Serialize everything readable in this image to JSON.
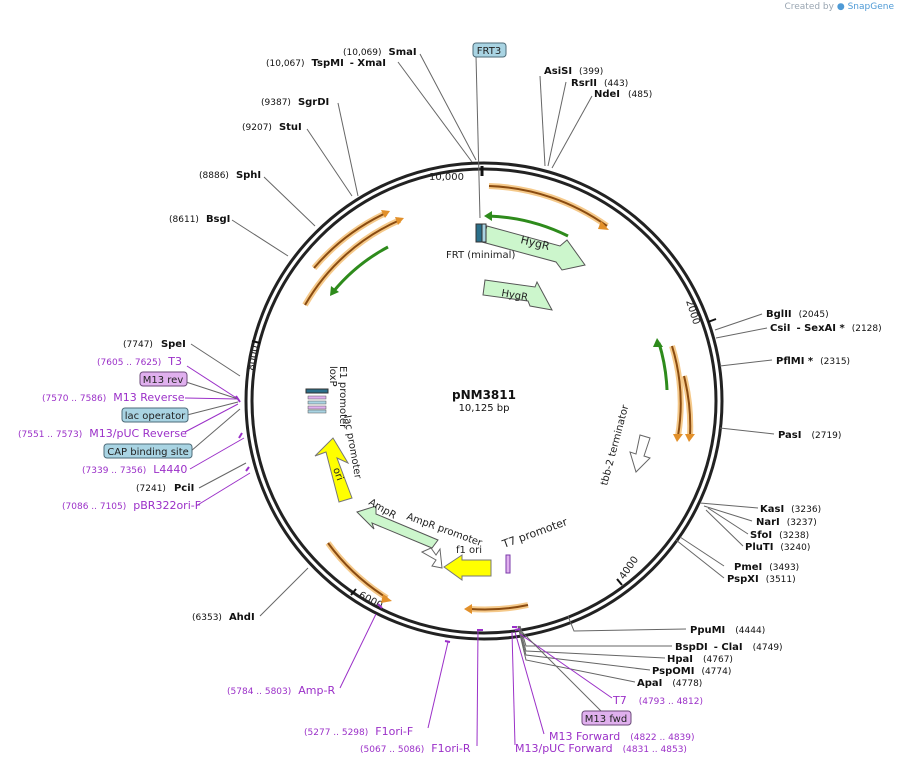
{
  "credit": {
    "prefix": "Created by",
    "brand": "SnapGene"
  },
  "plasmid": {
    "name": "pNM3811",
    "size_label": "10,125 bp",
    "length": 10125
  },
  "colors": {
    "primer_orange": "#f5c98a",
    "primer_stroke": "#e2902a",
    "primer_dark": "#8a4b10",
    "green": "#2e8b1c",
    "hygr_fill": "#ccf6cc",
    "ori_fill": "#ffff00",
    "tag_blue": "#a9d4e3",
    "tag_purple": "#e0b0ee",
    "site_purple": "#9b30c8"
  },
  "ticks": [
    {
      "label": "10,000"
    },
    {
      "label": "2000"
    },
    {
      "label": "4000"
    },
    {
      "label": "6000"
    },
    {
      "label": "8000"
    }
  ],
  "enzymes": {
    "e1": {
      "pos": "(10,069)",
      "name": "SmaI"
    },
    "e2": {
      "pos": "(10,067)",
      "name": "TspMI",
      "name2": "- XmaI"
    },
    "e3": {
      "pos": "(9387)",
      "name": "SgrDI"
    },
    "e4": {
      "pos": "(9207)",
      "name": "StuI"
    },
    "e5": {
      "pos": "(8886)",
      "name": "SphI"
    },
    "e6": {
      "pos": "(8611)",
      "name": "BsgI"
    },
    "e7": {
      "name": "AsiSI",
      "pos": "(399)"
    },
    "e8": {
      "name": "RsrII",
      "pos": "(443)"
    },
    "e9": {
      "name": "NdeI",
      "pos": "(485)"
    },
    "e10": {
      "name": "BglII",
      "pos": "(2045)"
    },
    "e11": {
      "name": "CsiI",
      "name2": "- SexAI *",
      "pos": "(2128)"
    },
    "e12": {
      "name": "PflMI *",
      "pos": "(2315)"
    },
    "e13": {
      "name": "PasI",
      "pos": "(2719)"
    },
    "e14": {
      "name": "KasI",
      "pos": "(3236)"
    },
    "e15": {
      "name": "NarI",
      "pos": "(3237)"
    },
    "e16": {
      "name": "SfoI",
      "pos": "(3238)"
    },
    "e17": {
      "name": "PluTI",
      "pos": "(3240)"
    },
    "e18": {
      "name": "PmeI",
      "pos": "(3493)"
    },
    "e19": {
      "name": "PspXI",
      "pos": "(3511)"
    },
    "e20": {
      "name": "PpuMI",
      "pos": "(4444)"
    },
    "e21": {
      "name": "BspDI",
      "name2": "- ClaI",
      "pos": "(4749)"
    },
    "e22": {
      "name": "HpaI",
      "pos": "(4767)"
    },
    "e23": {
      "name": "PspOMI",
      "pos": "(4774)"
    },
    "e24": {
      "name": "ApaI",
      "pos": "(4778)"
    },
    "e25": {
      "pos": "(7747)",
      "name": "SpeI"
    },
    "e26": {
      "pos": "(7241)",
      "name": "PciI"
    },
    "e27": {
      "pos": "(6353)",
      "name": "AhdI"
    }
  },
  "sites": {
    "s1": {
      "pos": "(7605 .. 7625)",
      "name": "T3"
    },
    "s2": {
      "pos": "(7570 .. 7586)",
      "name": "M13 Reverse"
    },
    "s3": {
      "pos": "(7551 .. 7573)",
      "name": "M13/pUC Reverse"
    },
    "s4": {
      "pos": "(7339 .. 7356)",
      "name": "L4440"
    },
    "s5": {
      "pos": "(7086 .. 7105)",
      "name": "pBR322ori-F"
    },
    "s6": {
      "pos": "(5784 .. 5803)",
      "name": "Amp-R"
    },
    "s7": {
      "pos": "(5277 .. 5298)",
      "name": "F1ori-F"
    },
    "s8": {
      "pos": "(5067 .. 5086)",
      "name": "F1ori-R"
    },
    "s9": {
      "name": "T7",
      "pos": "(4793 .. 4812)"
    },
    "s10": {
      "name": "M13 Forward",
      "pos": "(4822 .. 4839)"
    },
    "s11": {
      "name": "M13/pUC Forward",
      "pos": "(4831 .. 4853)"
    }
  },
  "tags": {
    "frt3": "FRT3",
    "m13rev": "M13 rev",
    "lacop": "lac operator",
    "cap": "CAP binding site",
    "m13fwd": "M13 fwd"
  },
  "features": {
    "frt_min": "FRT (minimal)",
    "hygr1": "HygR",
    "hygr2": "HygR",
    "tbb2": "tbb-2 terminator",
    "loxp": "loxP",
    "e1prom": "E1 promoter",
    "lacprom": "lac promoter",
    "ori": "ori",
    "ampr": "AmpR",
    "ampr_prom": "AmpR promoter",
    "f1ori": "f1 ori",
    "t7prom": "T7 promoter"
  }
}
